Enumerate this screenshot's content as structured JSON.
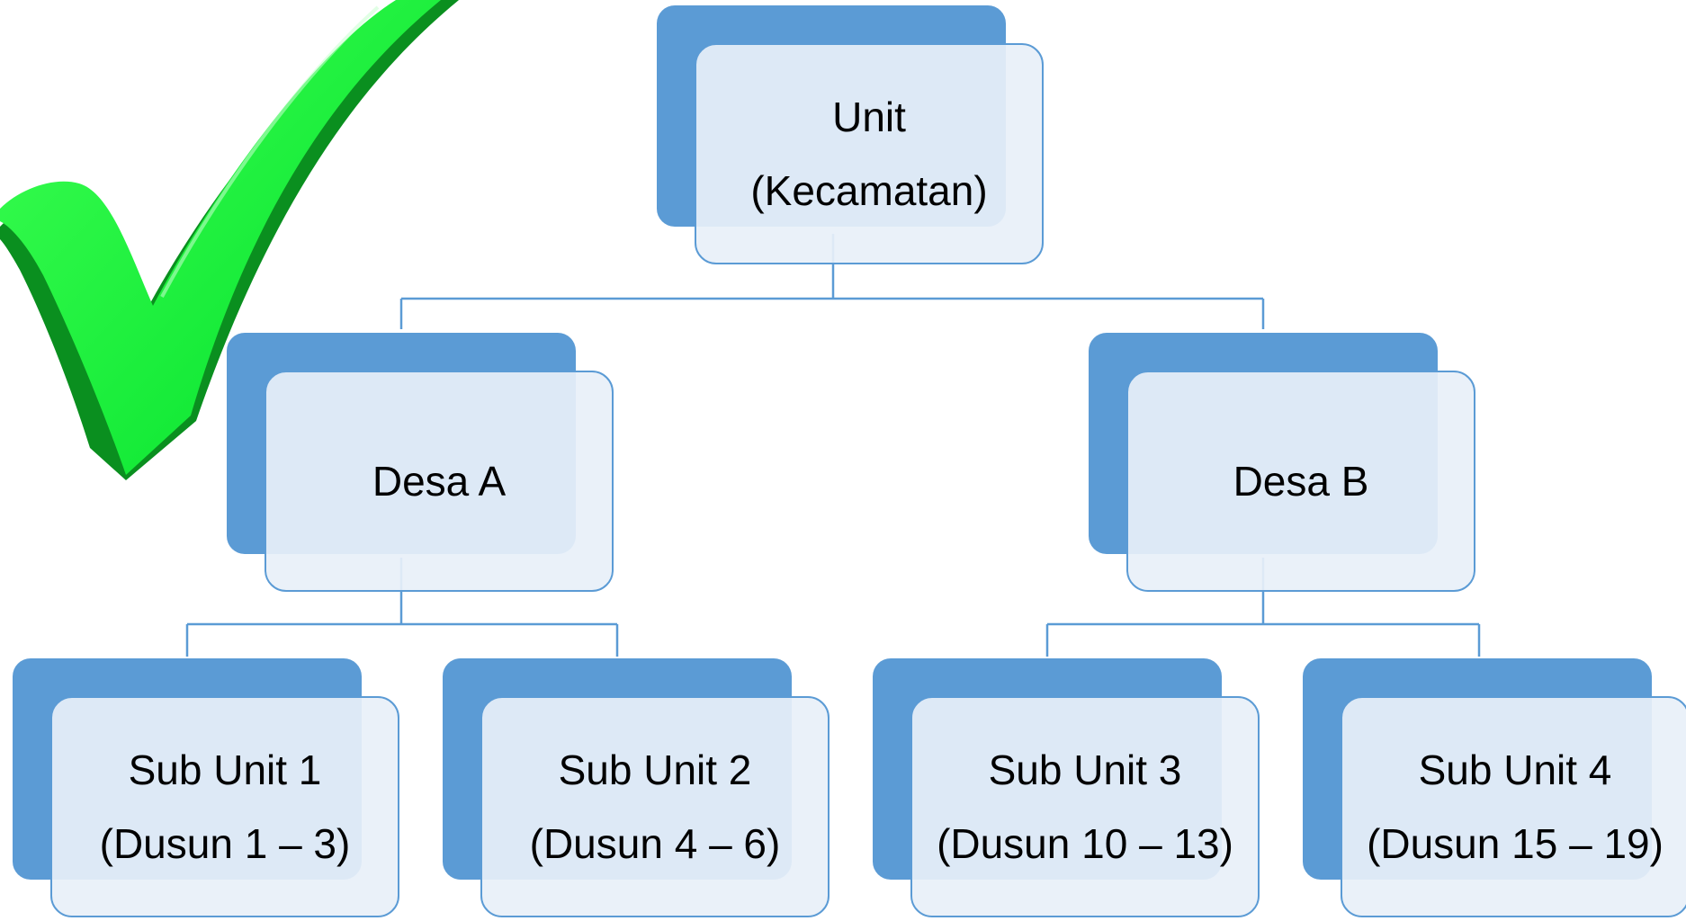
{
  "diagram": {
    "root": {
      "title": "Unit",
      "subtitle": "(Kecamatan)"
    },
    "level2": [
      {
        "title": "Desa A"
      },
      {
        "title": "Desa B"
      }
    ],
    "level3": [
      {
        "title": "Sub Unit 1",
        "subtitle": "(Dusun 1 – 3)"
      },
      {
        "title": "Sub Unit 2",
        "subtitle": "(Dusun 4 – 6)"
      },
      {
        "title": "Sub Unit 3",
        "subtitle": "(Dusun 10 – 13)"
      },
      {
        "title": "Sub Unit 4",
        "subtitle": "(Dusun 15 – 19)"
      }
    ]
  },
  "decoration": {
    "checkmark_icon": "green-checkmark-icon"
  },
  "colors": {
    "box_fill": "#5b9bd5",
    "box_overlay": "#e8f0f9",
    "connector": "#5b9bd5",
    "checkmark": "#00e830"
  }
}
